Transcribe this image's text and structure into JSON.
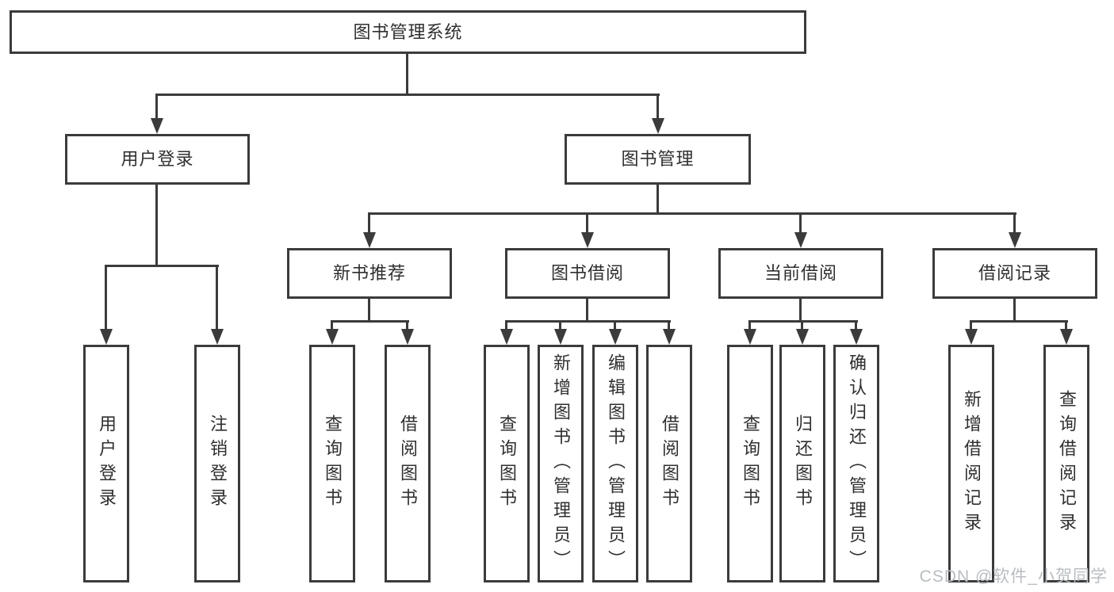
{
  "diagram": {
    "root": {
      "label": "图书管理系统"
    },
    "branches": [
      {
        "label": "用户登录",
        "leaves": [
          {
            "label": "用户登录"
          },
          {
            "label": "注销登录"
          }
        ]
      },
      {
        "label": "图书管理",
        "groups": [
          {
            "label": "新书推荐",
            "leaves": [
              {
                "label": "查询图书"
              },
              {
                "label": "借阅图书"
              }
            ]
          },
          {
            "label": "图书借阅",
            "leaves": [
              {
                "label": "查询图书"
              },
              {
                "label": "新增图书（管理员）"
              },
              {
                "label": "编辑图书（管理员）"
              },
              {
                "label": "借阅图书"
              }
            ]
          },
          {
            "label": "当前借阅",
            "leaves": [
              {
                "label": "查询图书"
              },
              {
                "label": "归还图书"
              },
              {
                "label": "确认归还（管理员）"
              }
            ]
          },
          {
            "label": "借阅记录",
            "leaves": [
              {
                "label": "新增借阅记录"
              },
              {
                "label": "查询借阅记录"
              }
            ]
          }
        ]
      }
    ]
  },
  "watermark": {
    "text": "CSDN @软件_小贺同学"
  }
}
